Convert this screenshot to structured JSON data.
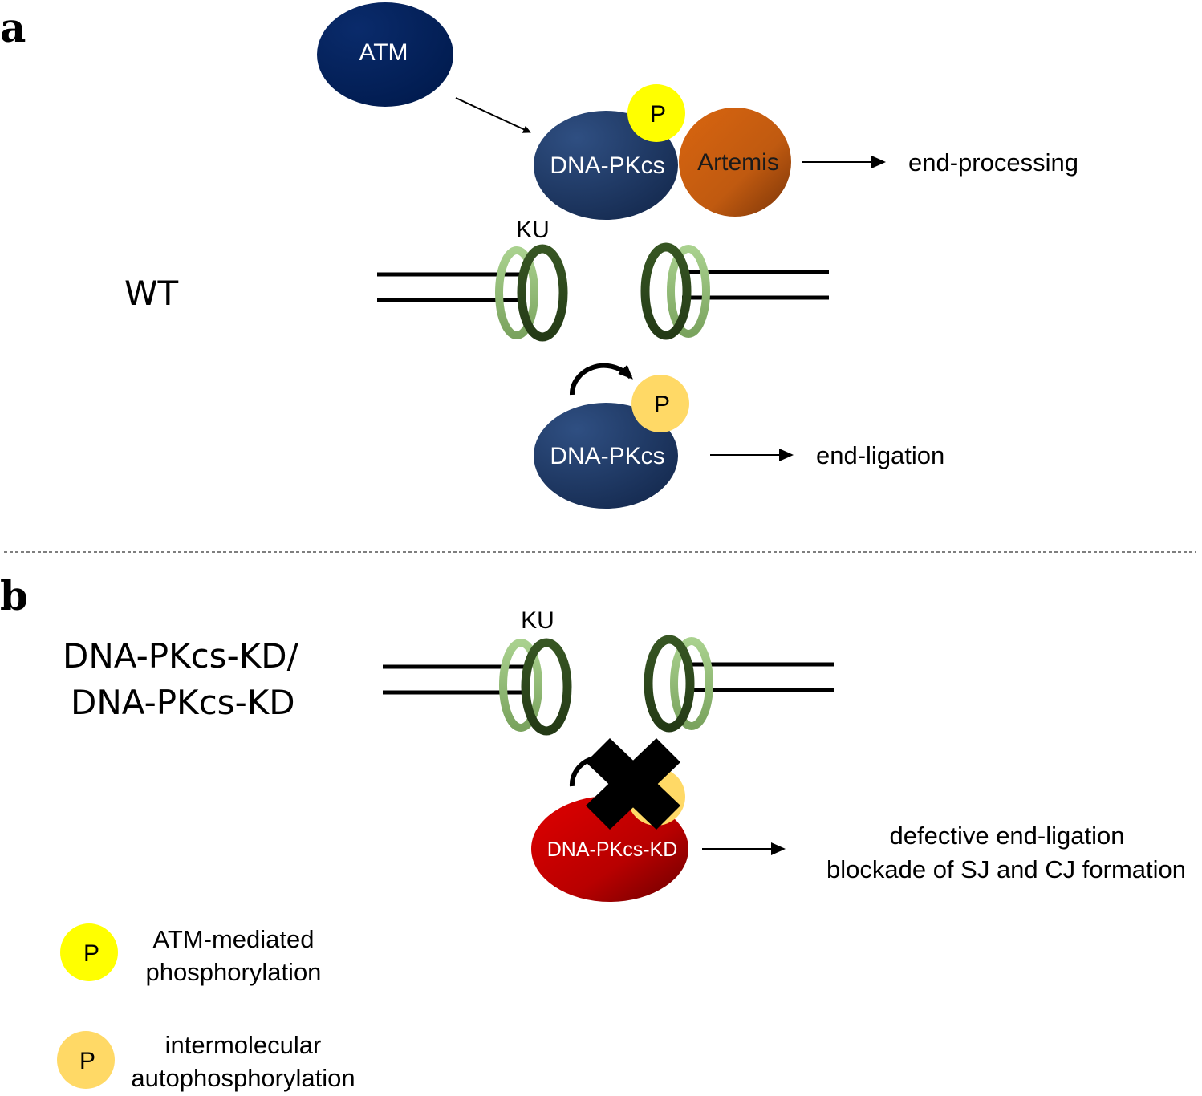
{
  "panel_a": {
    "label": "a",
    "condition": "WT",
    "atm": "ATM",
    "dna_pkcs_top": "DNA-PKcs",
    "artemis": "Artemis",
    "p_atm": "P",
    "end_processing": "end-processing",
    "ku": "KU",
    "p_auto": "P",
    "dna_pkcs_bottom": "DNA-PKcs",
    "end_ligation": "end-ligation"
  },
  "panel_b": {
    "label": "b",
    "condition_line1": "DNA-PKcs-KD/",
    "condition_line2": "DNA-PKcs-KD",
    "ku": "KU",
    "p_auto": "P",
    "dna_pkcs_kd": "DNA-PKcs-KD",
    "outcome_line1": "defective end-ligation",
    "outcome_line2": "blockade of SJ and CJ formation"
  },
  "legend": {
    "items": [
      {
        "symbol": "P",
        "line1": "ATM-mediated",
        "line2": "phosphorylation",
        "color": "#ffff00"
      },
      {
        "symbol": "P",
        "line1": "intermolecular",
        "line2": "autophosphorylation",
        "color": "#ffd966"
      }
    ]
  },
  "colors": {
    "dna_pkcs": "#1f3864",
    "atm": "#002060",
    "artemis": "#c55a11",
    "dna_pkcs_kd": "#c00000",
    "ku_light": "#8fbc6f",
    "ku_dark": "#2e4d1e"
  }
}
